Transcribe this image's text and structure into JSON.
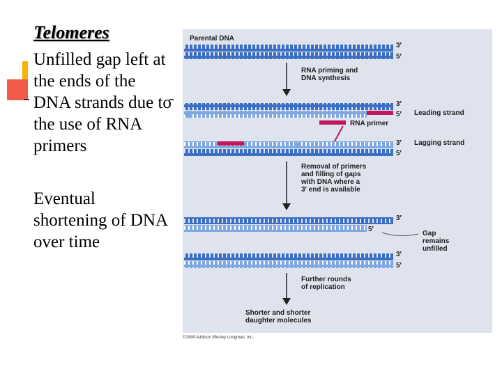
{
  "slide": {
    "title": "Telomeres",
    "bullets": [
      "Unfilled gap left at the ends of the DNA strands due to the use of RNA primers",
      "Eventual shortening of DNA over time"
    ]
  },
  "figure": {
    "parental_dna_label": "Parental DNA",
    "three_prime": "3′",
    "five_prime": "5′",
    "step1_line1": "RNA priming and",
    "step1_line2": "DNA synthesis",
    "leading_strand": "Leading strand",
    "rna_primer": "RNA primer",
    "lagging_strand": "Lagging strand",
    "step2_line1": "Removal of primers",
    "step2_line2": "and filling of gaps",
    "step2_line3": "with DNA where a",
    "step2_line4": "3′ end is available",
    "gap_line1": "Gap",
    "gap_line2": "remains",
    "gap_line3": "unfilled",
    "step3_line1": "Further rounds",
    "step3_line2": "of replication",
    "final_line1": "Shorter and shorter",
    "final_line2": "daughter molecules",
    "credit": "©1999 Addison Wesley Longman, Inc."
  },
  "colors": {
    "dna_strand": "#3a6fc4",
    "dna_strand_light": "#7fa8e0",
    "rna_primer": "#c2185b",
    "figure_background": "#dfe3ee",
    "accent_yellow": "#f4b400",
    "accent_red": "#f15a4a"
  }
}
